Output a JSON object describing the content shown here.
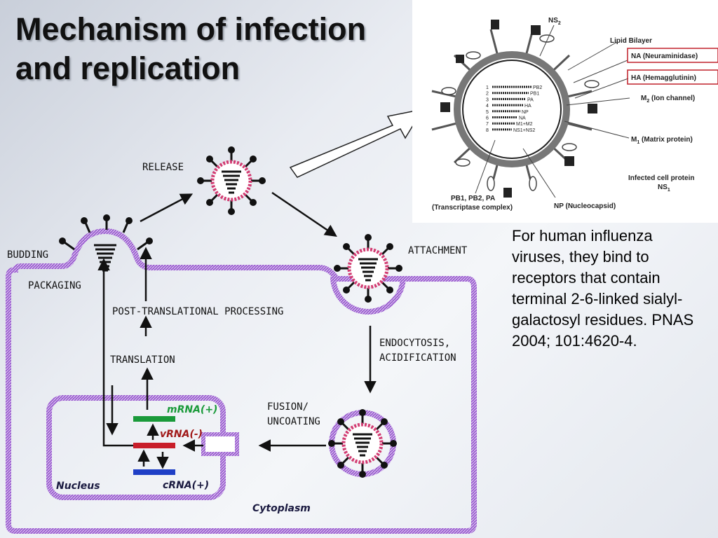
{
  "title": {
    "line1": "Mechanism of infection",
    "line2": "and replication"
  },
  "lifecycle": {
    "release": "RELEASE",
    "budding": "BUDDING",
    "attachment": "ATTACHMENT",
    "packaging": "PACKAGING",
    "post_translational": "POST-TRANSLATIONAL PROCESSING",
    "endocytosis_1": "ENDOCYTOSIS,",
    "endocytosis_2": "ACIDIFICATION",
    "translation": "TRANSLATION",
    "fusion_1": "FUSION/",
    "fusion_2": "UNCOATING",
    "mrna": "mRNA(+)",
    "vrna": "vRNA(-)",
    "crna": "cRNA(+)",
    "nucleus": "Nucleus",
    "cytoplasm": "Cytoplasm",
    "colors": {
      "membrane": "#9a5ccf",
      "virus": "#d23c72",
      "mrna": "#1a9a3a",
      "vrna": "#c81e2a",
      "crna": "#1f3fc6",
      "vrna_text": "#a01818",
      "nucleus_text": "#1a1a40"
    }
  },
  "virion": {
    "ns2": "NS",
    "ns2_sub": "2",
    "lipid_bilayer": "Lipid Bilayer",
    "na": "NA (Neuraminidase)",
    "ha": "HA (Hemagglutinin)",
    "m2": "M",
    "m2_sub": "2",
    "m2_rest": " (Ion channel)",
    "m1": "M",
    "m1_sub": "1",
    "m1_rest": " (Matrix protein)",
    "infected_1": "Infected cell protein",
    "infected_2": "NS",
    "infected_2_sub": "1",
    "pb_1": "PB1, PB2, PA",
    "pb_2": "(Transcriptase complex)",
    "np": "NP (Nucleocapsid)",
    "segments": [
      {
        "num": "1",
        "name": "PB2"
      },
      {
        "num": "2",
        "name": "PB1"
      },
      {
        "num": "3",
        "name": "PA"
      },
      {
        "num": "4",
        "name": "HA"
      },
      {
        "num": "5",
        "name": "NP"
      },
      {
        "num": "6",
        "name": "NA"
      },
      {
        "num": "7",
        "name": "M1+M2"
      },
      {
        "num": "8",
        "name": "NS1+NS2"
      }
    ],
    "highlight_color": "#c0202a"
  },
  "note": "For human influenza viruses, they bind to receptors that contain terminal 2-6-linked sialyl-galactosyl residues.  PNAS 2004; 101:4620-4."
}
